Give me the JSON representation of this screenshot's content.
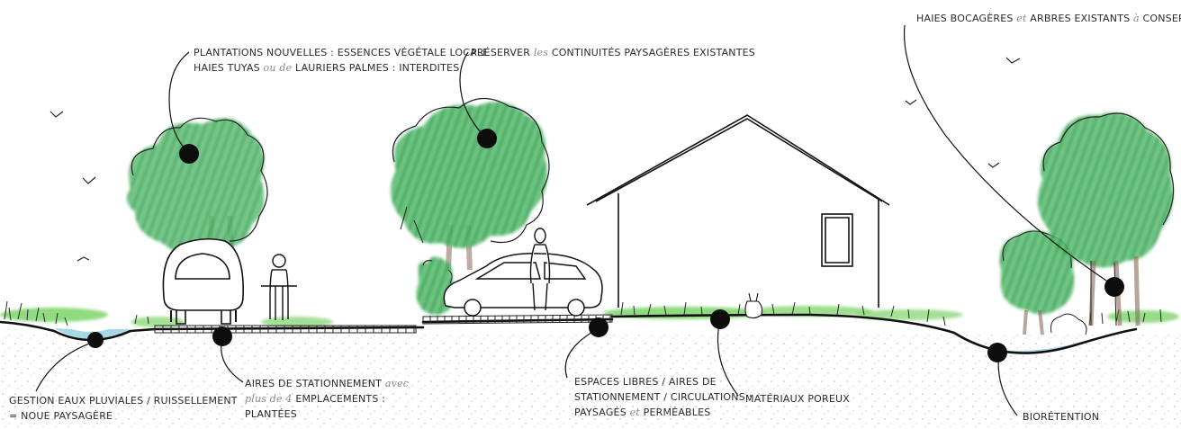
{
  "labels": {
    "plantations": {
      "line1": "PLANTATIONS NOUVELLES : ESSENCES VÉGÉTALE LOCALE",
      "line2a": "HAIES TUYAS",
      "line2b": "ou de",
      "line2c": "LAURIERS PALMES :  INTERDITES"
    },
    "preserver": {
      "a": "PRÉSERVER",
      "b": "les",
      "c": "CONTINUITÉS PAYSAGÈRES EXISTANTES"
    },
    "haies": {
      "a": "HAIES BOCAGÈRES",
      "b": "et",
      "c": "ARBRES EXISTANTS",
      "d": "à",
      "e": "CONSERVER"
    },
    "gestion": {
      "line1": "GESTION EAUX PLUVIALES / RUISSELLEMENT",
      "line2": "= NOUE PAYSAGÈRE"
    },
    "aires": {
      "line1a": "AIRES DE STATIONNEMENT",
      "line1b": "avec",
      "line2a": "plus de 4",
      "line2b": "EMPLACEMENTS :",
      "line3": "PLANTÉES"
    },
    "espaces": {
      "line1": "ESPACES LIBRES / AIRES DE",
      "line2": "STATIONNEMENT / CIRCULATIONS :",
      "line3a": "PAYSAGÉS",
      "line3b": "et",
      "line3c": "PERMÉABLES"
    },
    "materiaux": {
      "line1": "MATÉRIAUX POREUX"
    },
    "bioretention": {
      "line1": "BIORÉTENTION"
    }
  },
  "colors": {
    "ink": "#1a1a1a",
    "foliage": "#3aa45a",
    "grass": "#7dd36a",
    "water": "#8fd0e0",
    "trunk": "#8a6a5a"
  }
}
